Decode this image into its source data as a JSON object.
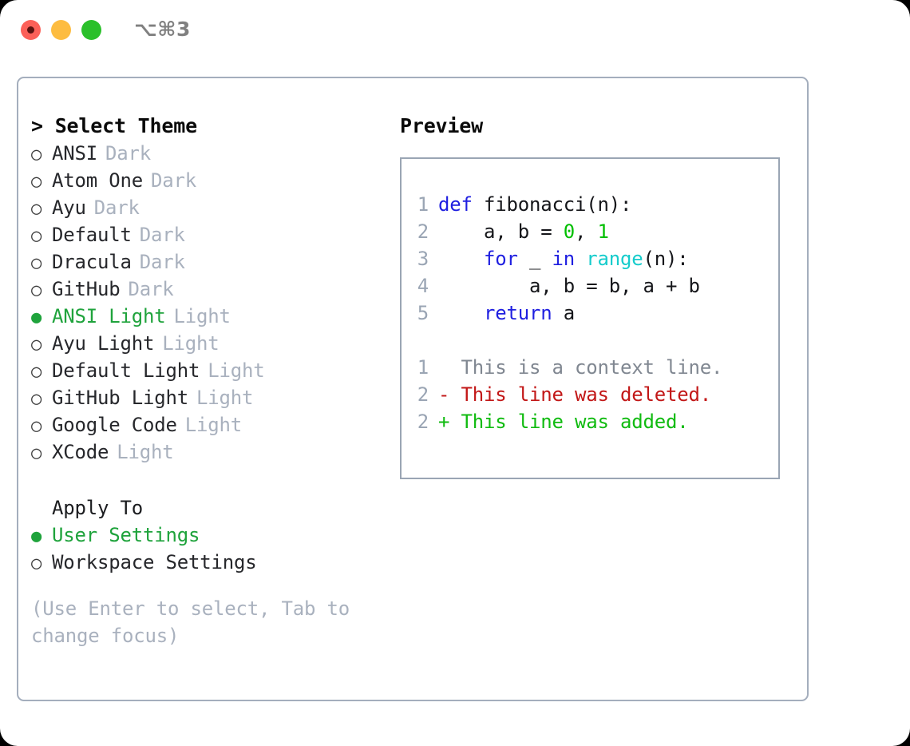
{
  "window": {
    "shortcut_label": "⌥⌘3",
    "traffic_lights": [
      "close",
      "minimize",
      "maximize"
    ]
  },
  "theme_picker": {
    "heading": "> Select Theme",
    "marker_selected": "●",
    "marker_unselected": "○",
    "selected_theme": "ANSI Light",
    "accent_color": "#1fa33c",
    "muted_color": "#a9b1be",
    "items": [
      {
        "label": "ANSI",
        "suffix": "Dark",
        "selected": false
      },
      {
        "label": "Atom One",
        "suffix": "Dark",
        "selected": false
      },
      {
        "label": "Ayu",
        "suffix": "Dark",
        "selected": false
      },
      {
        "label": "Default",
        "suffix": "Dark",
        "selected": false
      },
      {
        "label": "Dracula",
        "suffix": "Dark",
        "selected": false
      },
      {
        "label": "GitHub",
        "suffix": "Dark",
        "selected": false
      },
      {
        "label": "ANSI Light",
        "suffix": "Light",
        "selected": true
      },
      {
        "label": "Ayu Light",
        "suffix": "Light",
        "selected": false
      },
      {
        "label": "Default Light",
        "suffix": "Light",
        "selected": false
      },
      {
        "label": "GitHub Light",
        "suffix": "Light",
        "selected": false
      },
      {
        "label": "Google Code",
        "suffix": "Light",
        "selected": false
      },
      {
        "label": "XCode",
        "suffix": "Light",
        "selected": false
      }
    ]
  },
  "apply_to": {
    "heading": "Apply To",
    "items": [
      {
        "label": "User Settings",
        "selected": true
      },
      {
        "label": "Workspace Settings",
        "selected": false
      }
    ]
  },
  "hint": "(Use Enter to select, Tab to change focus)",
  "preview": {
    "heading": "Preview",
    "code_lines": [
      {
        "no": "1",
        "tokens": [
          {
            "t": "def",
            "c": "kw"
          },
          {
            "t": " fibonacci(n):",
            "c": "plain"
          }
        ]
      },
      {
        "no": "2",
        "tokens": [
          {
            "t": "    a, b = ",
            "c": "plain"
          },
          {
            "t": "0",
            "c": "num"
          },
          {
            "t": ", ",
            "c": "plain"
          },
          {
            "t": "1",
            "c": "num"
          }
        ]
      },
      {
        "no": "3",
        "tokens": [
          {
            "t": "    ",
            "c": "plain"
          },
          {
            "t": "for",
            "c": "kw"
          },
          {
            "t": " _ ",
            "c": "plain"
          },
          {
            "t": "in",
            "c": "kw"
          },
          {
            "t": " ",
            "c": "plain"
          },
          {
            "t": "range",
            "c": "fn"
          },
          {
            "t": "(n):",
            "c": "plain"
          }
        ]
      },
      {
        "no": "4",
        "tokens": [
          {
            "t": "        a, b = b, a + b",
            "c": "plain"
          }
        ]
      },
      {
        "no": "5",
        "tokens": [
          {
            "t": "    ",
            "c": "plain"
          },
          {
            "t": "return",
            "c": "kw"
          },
          {
            "t": " a",
            "c": "plain"
          }
        ]
      }
    ],
    "diff_lines": [
      {
        "no": "1",
        "marker": " ",
        "text": "  This is a context line.",
        "kind": "ctx"
      },
      {
        "no": "2",
        "marker": " ",
        "text": "- This line was deleted.",
        "kind": "del"
      },
      {
        "no": "2",
        "marker": " ",
        "text": "+ This line was added.",
        "kind": "add"
      }
    ]
  },
  "colors": {
    "keyword": "#1f1fe0",
    "number": "#00bf00",
    "function": "#16cccc",
    "diff_context": "#808791",
    "diff_deleted": "#c21717",
    "diff_added": "#10bb10",
    "border": "#9aa5b4",
    "line_number": "#9aa5b4"
  }
}
